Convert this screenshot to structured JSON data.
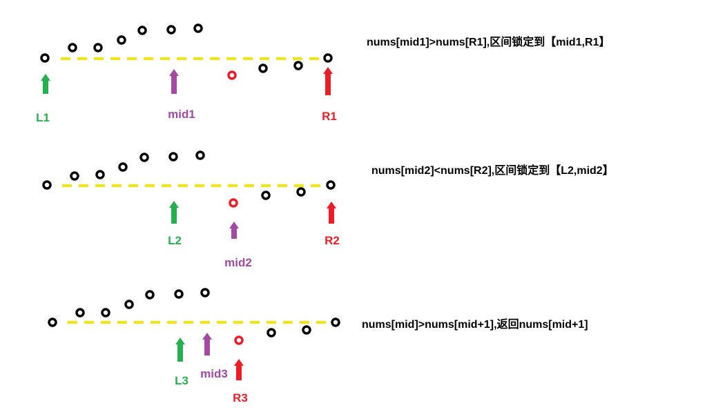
{
  "colors": {
    "baseline": "#f5e60a",
    "dot": "#000000",
    "target_dot": "#ee1c24",
    "left_pointer": "#22b14c",
    "mid_pointer": "#a349a4",
    "right_pointer": "#ee1c24"
  },
  "panels": [
    {
      "caption": "nums[mid1]>nums[R1],区间锁定到【mid1,R1】",
      "labels": {
        "left": "L1",
        "mid": "mid1",
        "right": "R1"
      }
    },
    {
      "caption": "nums[mid2]<nums[R2],区间锁定到【L2,mid2】",
      "labels": {
        "left": "L2",
        "mid": "mid2",
        "right": "R2"
      }
    },
    {
      "caption": "nums[mid]>nums[mid+1],返回nums[mid+1]",
      "labels": {
        "left": "L3",
        "mid": "mid3",
        "right": "R3"
      }
    }
  ]
}
